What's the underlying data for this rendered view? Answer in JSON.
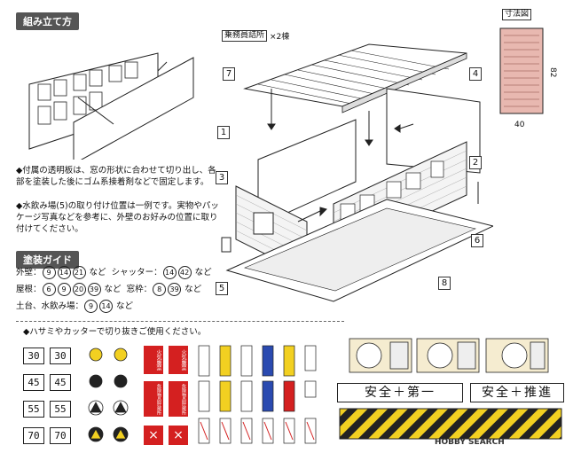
{
  "assembly": {
    "title": "組み立て方",
    "notes": [
      "◆付属の透明板は、窓の形状に合わせて切り出し、各部を塗装した後にゴム系接着剤などで固定します。",
      "◆水飲み場(5)の取り付け位置は一例です。実物やパッケージ写真などを参考に、外壁のお好みの位置に取り付けてください。"
    ]
  },
  "building": {
    "label": "乗務員詰所",
    "count": "×2棟"
  },
  "dimension": {
    "title": "寸法図",
    "width": "40",
    "height": "82"
  },
  "callouts": [
    "1",
    "2",
    "3",
    "4",
    "5",
    "6",
    "7",
    "8"
  ],
  "paint": {
    "title": "塗装ガイド",
    "rows": [
      {
        "label": "外壁：",
        "nums": [
          "9",
          "14",
          "21"
        ],
        "suffix": "など",
        "label2": "シャッター：",
        "nums2": [
          "14",
          "42"
        ],
        "suffix2": "など"
      },
      {
        "label": "屋根：",
        "nums": [
          "6",
          "9",
          "20",
          "39"
        ],
        "suffix": "など",
        "label2": "窓枠：",
        "nums2": [
          "8",
          "39"
        ],
        "suffix2": "など"
      },
      {
        "label": "土台、水飲み場：",
        "nums": [
          "9",
          "14"
        ],
        "suffix": "など",
        "label2": "",
        "nums2": [],
        "suffix2": ""
      }
    ]
  },
  "cutout_note": "◆ハサミやカッターで切り抜きご使用ください。",
  "speed_signs": [
    "30",
    "30",
    "45",
    "45",
    "55",
    "55",
    "70",
    "70"
  ],
  "red_signs": [
    "火気厳禁",
    "火気厳禁",
    "危険物品貯蔵所",
    "危険物品貯蔵所",
    "×",
    "×"
  ],
  "slogans": [
    "安全＋第一",
    "安全＋推進"
  ],
  "watermark": "HOBBY SEARCH",
  "colors": {
    "header_bg": "#555555",
    "roof": "#e8b8b0",
    "red": "#d42020",
    "stripe_yellow": "#f2d021",
    "green": "#2a9a3a"
  }
}
